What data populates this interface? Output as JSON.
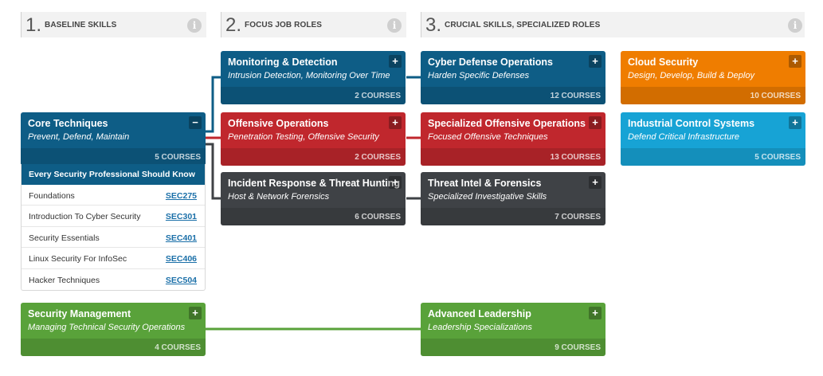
{
  "columns": [
    {
      "num": "1.",
      "title": "BASELINE SKILLS"
    },
    {
      "num": "2.",
      "title": "FOCUS JOB ROLES"
    },
    {
      "num": "3.",
      "title": "CRUCIAL SKILLS, SPECIALIZED ROLES"
    }
  ],
  "info_glyph": "i",
  "cards": {
    "core": {
      "title": "Core Techniques",
      "sub": "Prevent, Defend, Maintain",
      "count": "5 COURSES",
      "toggle": "−"
    },
    "monitoring": {
      "title": "Monitoring & Detection",
      "sub": "Intrusion Detection, Monitoring Over Time",
      "count": "2 COURSES",
      "toggle": "+"
    },
    "offensive": {
      "title": "Offensive Operations",
      "sub": "Penetration Testing, Offensive Security",
      "count": "2 COURSES",
      "toggle": "+"
    },
    "incident": {
      "title": "Incident Response & Threat Hunting",
      "sub": "Host & Network Forensics",
      "count": "6 COURSES",
      "toggle": "+"
    },
    "cyberdef": {
      "title": "Cyber Defense Operations",
      "sub": "Harden Specific Defenses",
      "count": "12 COURSES",
      "toggle": "+"
    },
    "specoff": {
      "title": "Specialized Offensive Operations",
      "sub": "Focused Offensive Techniques",
      "count": "13 COURSES",
      "toggle": "+"
    },
    "threatintel": {
      "title": "Threat Intel & Forensics",
      "sub": "Specialized Investigative Skills",
      "count": "7 COURSES",
      "toggle": "+"
    },
    "cloud": {
      "title": "Cloud Security",
      "sub": "Design, Develop, Build & Deploy",
      "count": "10 COURSES",
      "toggle": "+"
    },
    "ics": {
      "title": "Industrial Control Systems",
      "sub": "Defend Critical Infrastructure",
      "count": "5 COURSES",
      "toggle": "+"
    },
    "mgmt": {
      "title": "Security Management",
      "sub": "Managing Technical Security Operations",
      "count": "4 COURSES",
      "toggle": "+"
    },
    "leadership": {
      "title": "Advanced Leadership",
      "sub": "Leadership Specializations",
      "count": "9 COURSES",
      "toggle": "+"
    }
  },
  "core_panel": {
    "header": "Every Security Professional Should Know",
    "courses": [
      {
        "name": "Foundations",
        "code": "SEC275"
      },
      {
        "name": "Introduction To Cyber Security",
        "code": "SEC301"
      },
      {
        "name": "Security Essentials",
        "code": "SEC401"
      },
      {
        "name": "Linux Security For InfoSec",
        "code": "SEC406"
      },
      {
        "name": "Hacker Techniques",
        "code": "SEC504"
      }
    ]
  },
  "colors": {
    "blue": "#0e5d86",
    "red": "#c0272d",
    "gray": "#3f4246",
    "orange": "#ef7d00",
    "cyan": "#17a3d5",
    "green": "#59a23a"
  }
}
